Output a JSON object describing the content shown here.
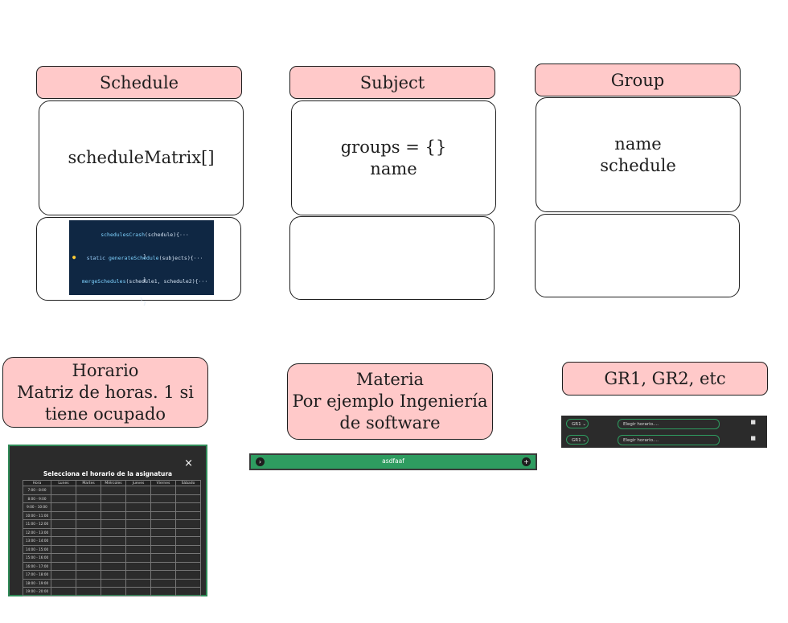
{
  "classes": [
    {
      "title": "Schedule",
      "attributes": [
        "scheduleMatrix[]"
      ]
    },
    {
      "title": "Subject",
      "attributes": [
        "groups = {}",
        "name"
      ]
    },
    {
      "title": "Group",
      "attributes": [
        "name",
        "schedule"
      ]
    }
  ],
  "code_snippet": {
    "line1_fn": "schedulesCrash",
    "line1_rest": "(schedule){···",
    "line2_kw": "static",
    "line2_fn": "generateSchedule",
    "line2_rest": "(subjects){···",
    "line3_fn": "mergeSchedules",
    "line3_rest": "(schedule1, schedule2){···",
    "close_brace": "}",
    "end_brace": "}"
  },
  "notes": {
    "horario": [
      "Horario",
      "Matriz de horas. 1 si",
      "tiene ocupado"
    ],
    "materia": [
      "Materia",
      "Por ejemplo Ingeniería",
      "de software"
    ],
    "grupo": [
      "GR1, GR2, etc"
    ]
  },
  "schedule_modal": {
    "title": "Selecciona el horario de la asignatura",
    "close": "×",
    "columns": [
      "Hora",
      "Lunes",
      "Martes",
      "Miércoles",
      "Jueves",
      "Viernes",
      "Sábado"
    ],
    "hours": [
      "7:00 - 8:00",
      "8:00 - 9:00",
      "9:00 - 10:00",
      "10:00 - 11:00",
      "11:00 - 12:00",
      "12:00 - 13:00",
      "13:00 - 14:00",
      "14:00 - 15:00",
      "15:00 - 16:00",
      "16:00 - 17:00",
      "17:00 - 18:00",
      "18:00 - 19:00",
      "19:00 - 20:00"
    ]
  },
  "subject_bar": {
    "label": "asdfaaf",
    "left_icon": "chevron-right-icon",
    "right_icon": "plus-icon"
  },
  "group_rows": [
    {
      "group": "GR1",
      "placeholder": "Elegir horario...."
    },
    {
      "group": "GR1",
      "placeholder": "Elegir horario...."
    }
  ],
  "colors": {
    "note_fill": "#ffc9c9",
    "accent_green": "#2e9c60",
    "dark_panel": "#2b2b2b",
    "code_bg": "#0f2743"
  }
}
